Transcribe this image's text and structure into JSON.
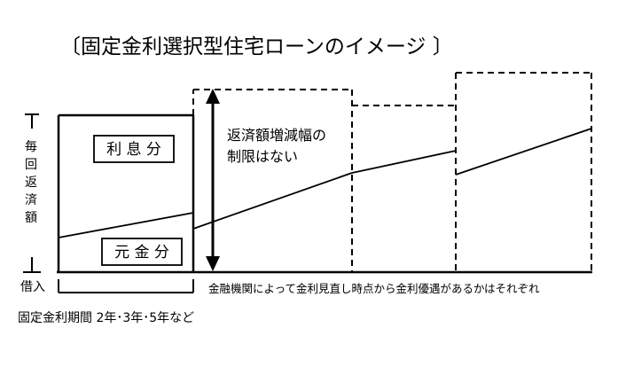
{
  "title": "〔固定金利選択型住宅ローンのイメージ 〕",
  "y_axis_label": [
    "毎",
    "回",
    "返",
    "済",
    "額"
  ],
  "interest_label": "利 息 分",
  "principal_label": "元 金 分",
  "range_note_lines": [
    "返済額増減幅の",
    "制限はない"
  ],
  "borrow_label": "借入",
  "bottom_note": "金融機関によって金利見直し時点から金利優遇があるかはそれぞれ",
  "fixed_period_label": "固定金利期間  2年･3年･5年など"
}
